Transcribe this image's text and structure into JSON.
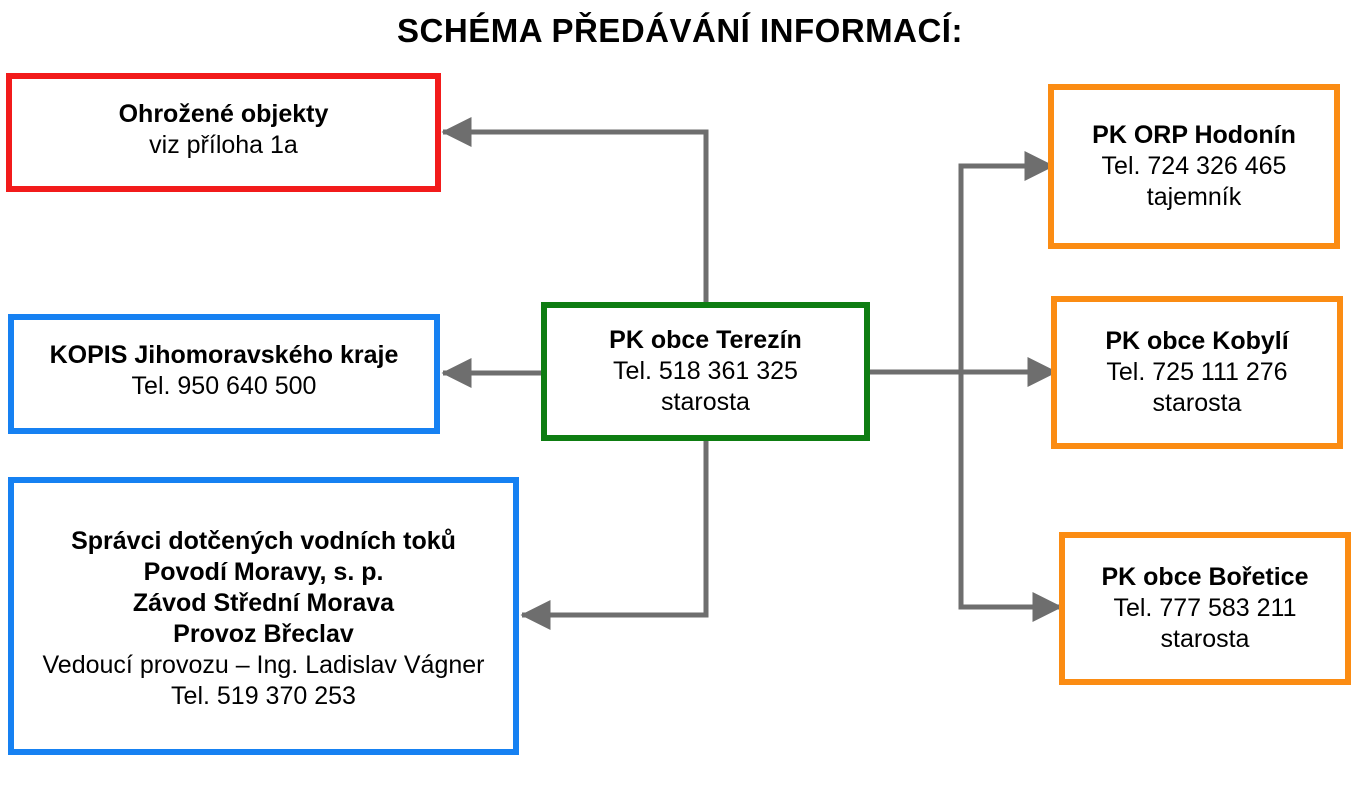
{
  "title": "SCHÉMA PŘEDÁVÁNÍ INFORMACÍ:",
  "colors": {
    "red": "#f21b1b",
    "blue": "#1681f2",
    "green": "#0e7d12",
    "orange": "#fb8c13",
    "arrow": "#6e6e6e"
  },
  "nodes": {
    "center": {
      "name": "PK obce Terezín",
      "phone": "Tel. 518 361 325",
      "role": "starosta"
    },
    "threatened": {
      "name": "Ohrožené objekty",
      "note": "viz příloha 1a"
    },
    "kopis": {
      "name": "KOPIS Jihomoravského kraje",
      "phone": "Tel. 950 640 500"
    },
    "water": {
      "name": "Správci dotčených vodních toků",
      "org": "Povodí Moravy, s. p.",
      "unit": "Závod Střední Morava",
      "site": "Provoz Břeclav",
      "head": "Vedoucí provozu – Ing. Ladislav Vágner",
      "phone": "Tel. 519 370 253"
    },
    "hodonin": {
      "name": "PK ORP Hodonín",
      "phone": "Tel. 724 326 465",
      "role": "tajemník"
    },
    "kobyli": {
      "name": "PK obce Kobylí",
      "phone": "Tel. 725 111 276",
      "role": "starosta"
    },
    "boretice": {
      "name": "PK obce Bořetice",
      "phone": "Tel. 777 583 211",
      "role": "starosta"
    }
  },
  "edges": [
    {
      "from": "center",
      "to": "threatened"
    },
    {
      "from": "center",
      "to": "kopis"
    },
    {
      "from": "center",
      "to": "water"
    },
    {
      "from": "center",
      "to": "hodonin"
    },
    {
      "from": "center",
      "to": "kobyli"
    },
    {
      "from": "center",
      "to": "boretice"
    }
  ]
}
